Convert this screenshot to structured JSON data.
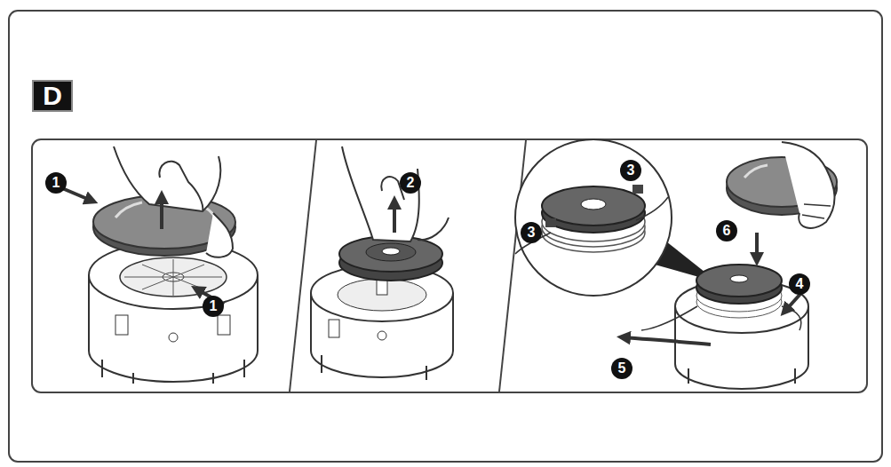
{
  "diagram": {
    "nodes": [
      {
        "text": [
          "D"
        ]
      }
    ],
    "labels": [
      "1",
      "1",
      "2",
      "3",
      "3",
      "6",
      "4",
      "5"
    ]
  }
}
